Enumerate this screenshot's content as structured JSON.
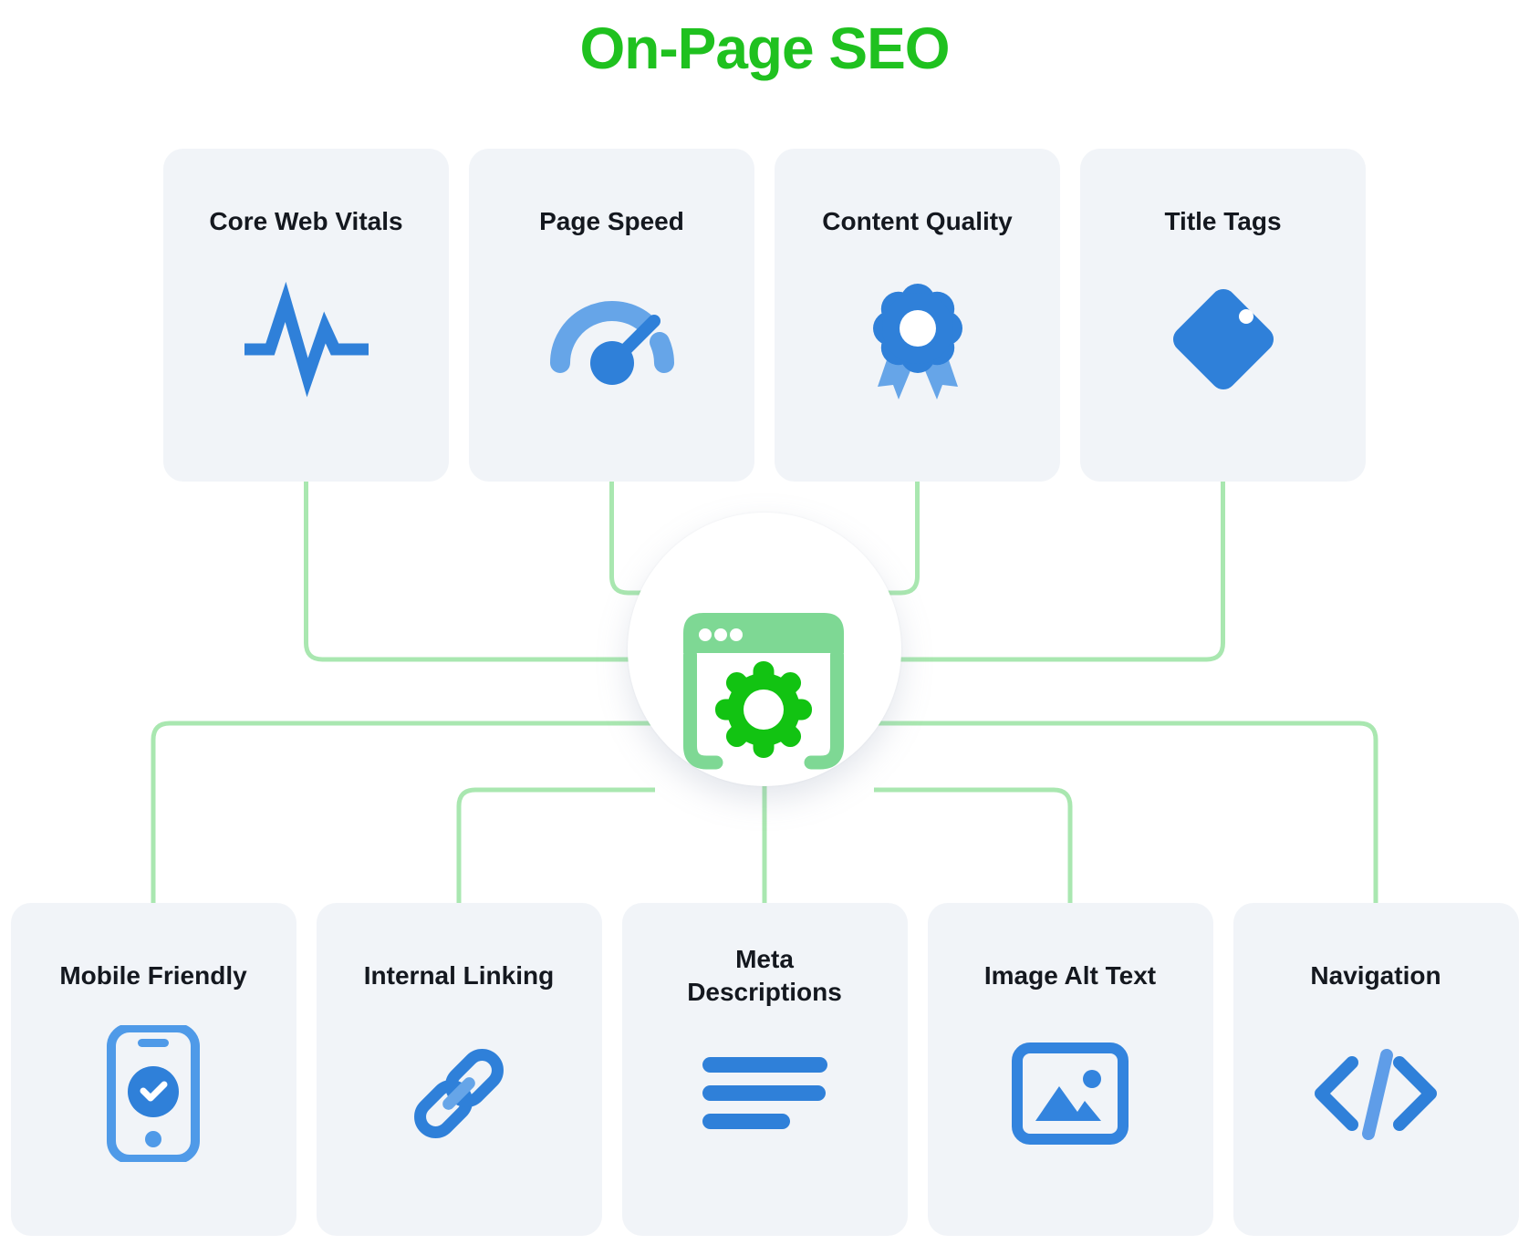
{
  "title": {
    "text": "On-Page SEO"
  },
  "hub": {
    "icon": "browser-gear-icon"
  },
  "top_row": [
    {
      "label": "Core Web Vitals",
      "icon": "pulse-icon"
    },
    {
      "label": "Page Speed",
      "icon": "speedometer-icon"
    },
    {
      "label": "Content Quality",
      "icon": "award-icon"
    },
    {
      "label": "Title Tags",
      "icon": "tag-icon"
    }
  ],
  "bottom_row": [
    {
      "label": "Mobile Friendly",
      "icon": "phone-check-icon"
    },
    {
      "label": "Internal Linking",
      "icon": "link-icon"
    },
    {
      "label": "Meta Descriptions",
      "icon": "text-lines-icon"
    },
    {
      "label": "Image Alt Text",
      "icon": "image-icon"
    },
    {
      "label": "Navigation",
      "icon": "code-icon"
    }
  ],
  "colors": {
    "title_green": "#1fc11f",
    "gear_green": "#12c312",
    "browser_green": "#7ed894",
    "connector_green": "#a9e7b0",
    "icon_blue": "#2f80d9",
    "icon_blue_light": "#66a5e8",
    "card_background": "#f1f4f8",
    "label_text": "#14181f"
  }
}
